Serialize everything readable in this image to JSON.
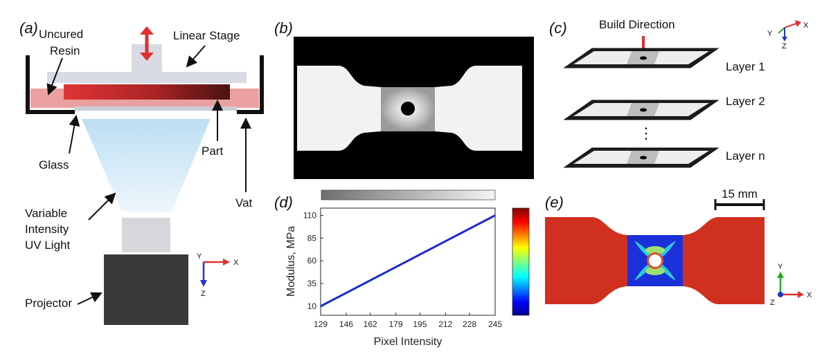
{
  "panels": {
    "a": "(a)",
    "b": "(b)",
    "c": "(c)",
    "d": "(d)",
    "e": "(e)"
  },
  "panel_a": {
    "uncured_resin_1": "Uncured",
    "uncured_resin_2": "Resin",
    "linear_stage": "Linear Stage",
    "glass": "Glass",
    "part": "Part",
    "vat": "Vat",
    "uv_light_1": "Variable",
    "uv_light_2": "Intensity",
    "uv_light_3": "UV Light",
    "projector": "Projector"
  },
  "panel_c": {
    "build_direction": "Build Direction",
    "layers": [
      "Layer 1",
      "Layer 2",
      "Layer n"
    ],
    "ellipsis": "⋮"
  },
  "panel_e": {
    "scale_bar": "15 mm"
  },
  "coord_axes": {
    "x": "X",
    "y": "Y",
    "z": "Z"
  },
  "colors": {
    "resin": "#e89a9a",
    "part_start": "#e03030",
    "part_end": "#4a1515",
    "arrow_red": "#e03030",
    "axis_green": "#22aa22",
    "axis_blue": "#2233cc",
    "projector": "#3a3a3a",
    "specimen_red": "#d03020",
    "line_blue": "#1a2acc"
  },
  "chart_data": {
    "type": "line",
    "x": [
      129,
      245
    ],
    "y": [
      10,
      110
    ],
    "xticks": [
      "129",
      "146",
      "162",
      "179",
      "195",
      "212",
      "228",
      "245"
    ],
    "yticks": [
      "10",
      "35",
      "60",
      "85",
      "110"
    ],
    "xlabel": "Pixel Intensity",
    "ylabel": "Modulus, MPa",
    "xlim": [
      129,
      245
    ],
    "ylim": [
      0,
      118
    ]
  }
}
